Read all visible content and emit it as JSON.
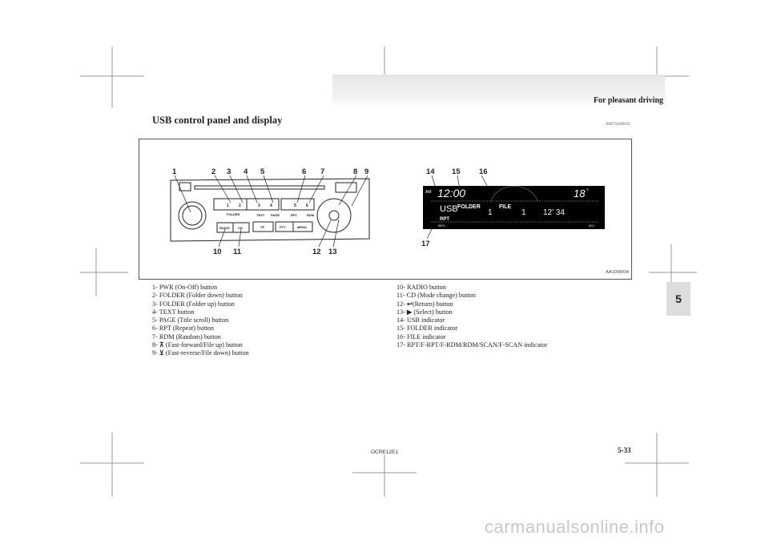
{
  "header": {
    "section": "For pleasant driving"
  },
  "page_title": "USB control panel and display",
  "section_code": "E00758100231",
  "figure": {
    "code": "AA1008434",
    "callouts": [
      "1",
      "2",
      "3",
      "4",
      "5",
      "6",
      "7",
      "8",
      "9",
      "10",
      "11",
      "12",
      "13",
      "14",
      "15",
      "16",
      "17"
    ],
    "panel_labels": {
      "folder": "FOLDER",
      "text": "TEXT",
      "page": "PAGE",
      "rpt": "RPT",
      "rdm": "RDM",
      "radio": "RADIO",
      "cd": "CD",
      "tp": "TP",
      "pty": "PTY",
      "menu": "MENU",
      "preset1": "1",
      "preset2": "2",
      "preset3": "3",
      "preset4": "4",
      "preset5": "5",
      "preset6": "6"
    },
    "display": {
      "am": "AM",
      "clock": "12:00",
      "temp": "18",
      "temp_unit": "°C",
      "usb": "USB",
      "folder": "FOLDER",
      "file": "FILE",
      "folder_num": "1",
      "file_num": "1",
      "time": "12' 34",
      "rpt": "RPT",
      "info": "INFO",
      "adj": "ADJ"
    }
  },
  "legend_left": [
    {
      "num": "1-",
      "text": "PWR (On-Off) button"
    },
    {
      "num": "2-",
      "text": "FOLDER (Folder down) button"
    },
    {
      "num": "3-",
      "text": "FOLDER (Folder up) button"
    },
    {
      "num": "4-",
      "text": "TEXT button"
    },
    {
      "num": "5-",
      "text": "PAGE (Title scroll) button"
    },
    {
      "num": "6-",
      "text": "RPT (Repeat) button"
    },
    {
      "num": "7-",
      "text": "RDM (Random) button"
    },
    {
      "num": "8-",
      "icon": "fast-forward-up-icon",
      "glyph": "⊼",
      "text": "(Fast-forward/File up) button"
    },
    {
      "num": "9-",
      "icon": "fast-reverse-down-icon",
      "glyph": "⊻",
      "text": "(Fast-reverse/File down) button"
    }
  ],
  "legend_right": [
    {
      "num": "10-",
      "text": "RADIO button"
    },
    {
      "num": "11-",
      "text": "CD (Mode change) button"
    },
    {
      "num": "12-",
      "icon": "return-icon",
      "glyph": "↩",
      "text": "(Return) button"
    },
    {
      "num": "13-",
      "icon": "play-select-icon",
      "glyph": "▶",
      "text": "(Select) button"
    },
    {
      "num": "14-",
      "text": "USB indicator"
    },
    {
      "num": "15-",
      "text": "FOLDER indicator"
    },
    {
      "num": "16-",
      "text": "FILE indicator"
    },
    {
      "num": "17-",
      "text": "RPT/F-RPT/F-RDM/RDM/SCAN/F-SCAN indicator"
    }
  ],
  "chapter_tab": "5",
  "footer": {
    "code": "OCRE12E1",
    "page": "5-33"
  },
  "watermark": "carmanualsonline.info",
  "colors": {
    "display_bg": "#000000",
    "header_band": "#e6e6e6",
    "tab": "#dddddd"
  }
}
